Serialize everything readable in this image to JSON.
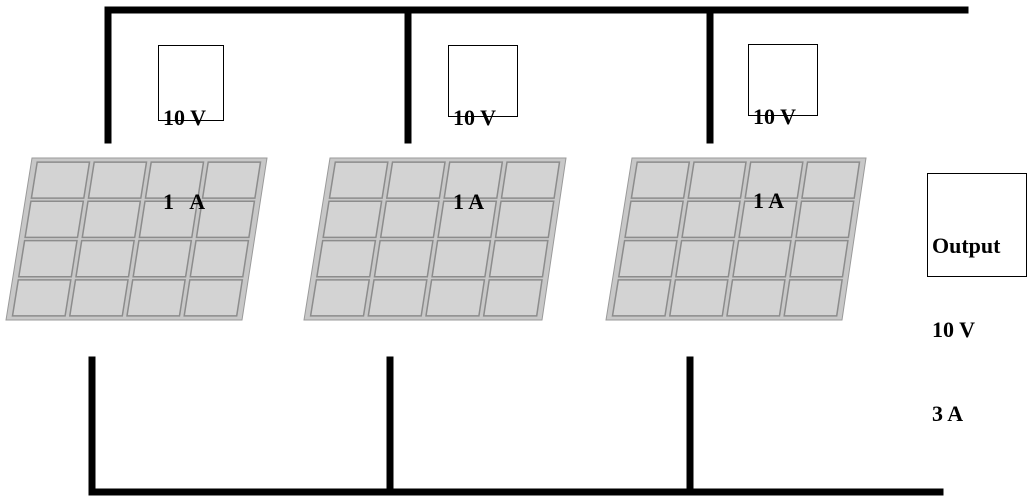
{
  "panels": [
    {
      "voltage": "10 V",
      "current": "1   A"
    },
    {
      "voltage": "10 V",
      "current": "1 A"
    },
    {
      "voltage": "10 V",
      "current": "1 A"
    }
  ],
  "output": {
    "title": "Output",
    "voltage": "10 V",
    "current": "3 A"
  },
  "colors": {
    "wire": "#000000",
    "panel_fill": "#c8c8c8",
    "cell_fill": "#d3d3d3",
    "cell_stroke": "#8c8c8c"
  }
}
